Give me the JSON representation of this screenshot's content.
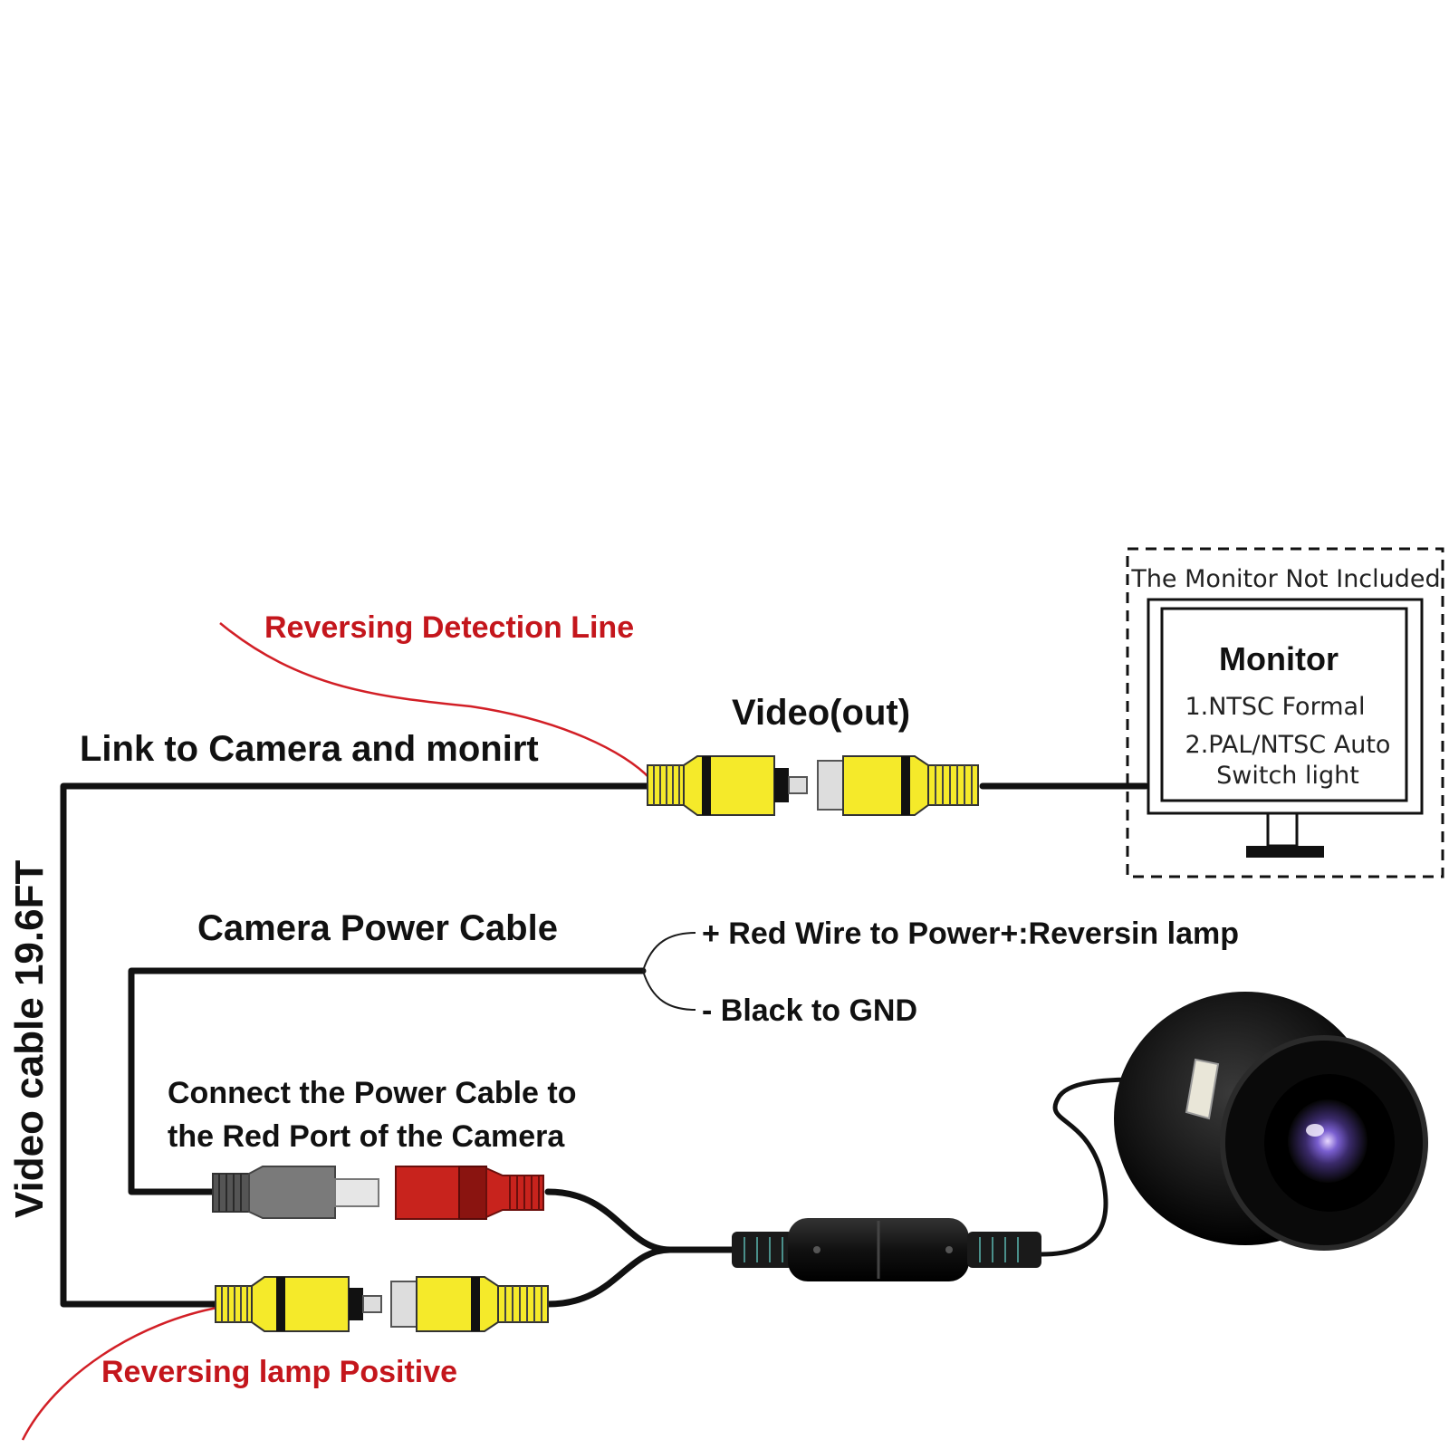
{
  "labels": {
    "reversing_detection_line": "Reversing Detection Line",
    "link_to_camera": "Link to Camera and monirt",
    "video_out": "Video(out)",
    "video_cable": "Video cable 19.6FT",
    "camera_power_cable": "Camera Power Cable",
    "red_wire": "+ Red Wire to Power+:Reversin lamp",
    "black_wire": "- Black to GND",
    "connect_power_line1": "Connect the Power Cable to",
    "connect_power_line2": "the Red Port of the Camera",
    "reversing_lamp_positive": "Reversing lamp Positive"
  },
  "monitor": {
    "not_included": "The Monitor Not Included",
    "title": "Monitor",
    "spec1": "1.NTSC Formal",
    "spec2": "2.PAL/NTSC Auto",
    "spec3": "Switch light"
  },
  "colors": {
    "label_red": "#c4161c",
    "rca_yellow": "#f5ea2a",
    "power_red": "#c8231d",
    "plug_gray": "#7a7a7a",
    "camera_body": "#151515",
    "lens_purple": "#5a4aa8"
  }
}
